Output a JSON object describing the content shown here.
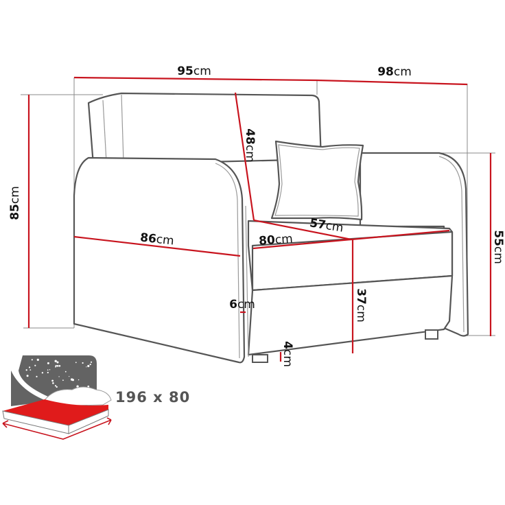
{
  "dimensions": {
    "total_width": {
      "value": "95",
      "unit": "cm"
    },
    "depth": {
      "value": "98",
      "unit": "cm"
    },
    "backrest_height": {
      "value": "48",
      "unit": "cm"
    },
    "total_height": {
      "value": "85",
      "unit": "cm"
    },
    "armrest_length": {
      "value": "86",
      "unit": "cm"
    },
    "seat_width": {
      "value": "80",
      "unit": "cm"
    },
    "seat_depth": {
      "value": "57",
      "unit": "cm"
    },
    "seat_height": {
      "value": "37",
      "unit": "cm"
    },
    "armrest_height": {
      "value": "55",
      "unit": "cm"
    },
    "armrest_thickness": {
      "value": "6",
      "unit": "cm"
    },
    "leg_height": {
      "value": "4",
      "unit": "cm"
    }
  },
  "bed": {
    "size_label": "196 x 80"
  },
  "colors": {
    "dimension_line": "#c8141e",
    "outline": "#555555",
    "icon_gray": "#636363",
    "mattress": "#e01b1b"
  }
}
